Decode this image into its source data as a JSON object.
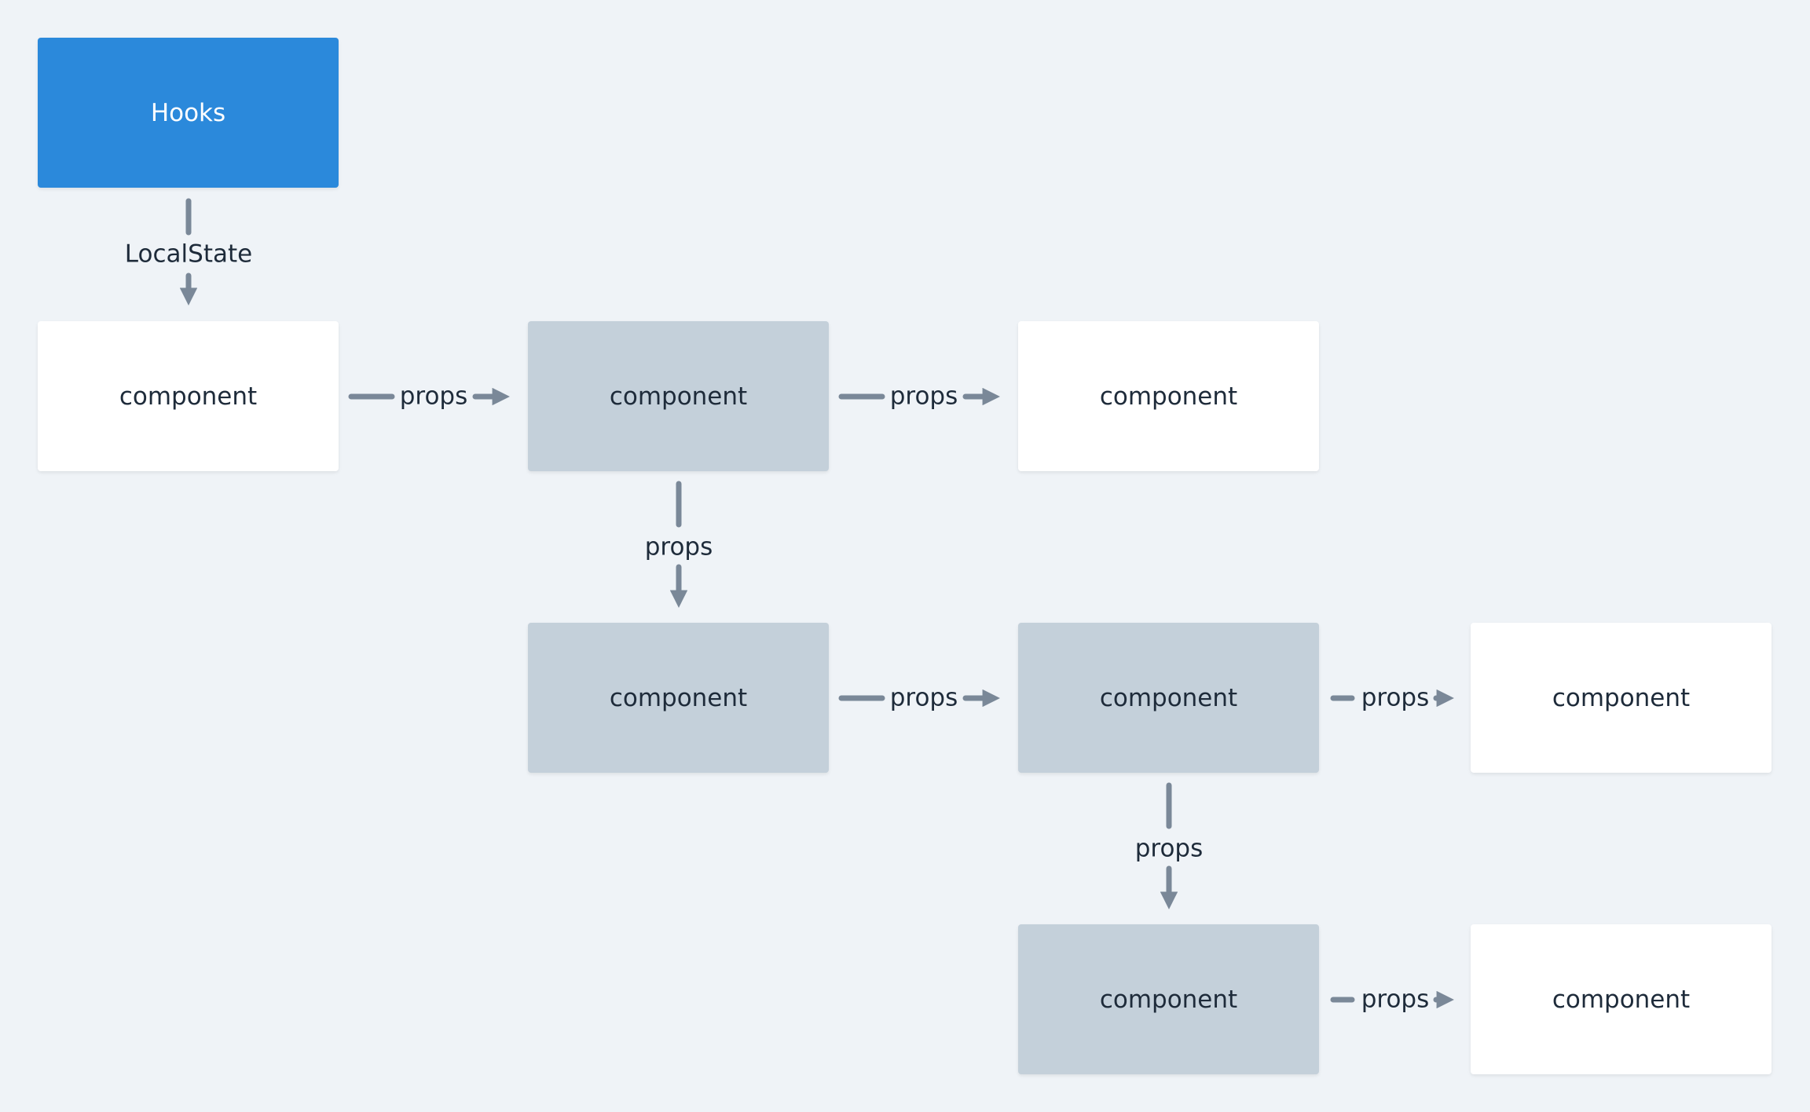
{
  "diagram": {
    "hooks": {
      "label": "Hooks"
    },
    "local_state_label": "LocalState",
    "nodes": [
      {
        "id": "n1",
        "label": "component",
        "style": "white"
      },
      {
        "id": "n2",
        "label": "component",
        "style": "gray"
      },
      {
        "id": "n3",
        "label": "component",
        "style": "white"
      },
      {
        "id": "n4",
        "label": "component",
        "style": "gray"
      },
      {
        "id": "n5",
        "label": "component",
        "style": "gray"
      },
      {
        "id": "n6",
        "label": "component",
        "style": "white"
      },
      {
        "id": "n7",
        "label": "component",
        "style": "gray"
      },
      {
        "id": "n8",
        "label": "component",
        "style": "white"
      }
    ],
    "edges": [
      {
        "from": "hooks",
        "to": "n1",
        "label": "LocalState"
      },
      {
        "from": "n1",
        "to": "n2",
        "label": "props"
      },
      {
        "from": "n2",
        "to": "n3",
        "label": "props"
      },
      {
        "from": "n2",
        "to": "n4",
        "label": "props"
      },
      {
        "from": "n4",
        "to": "n5",
        "label": "props"
      },
      {
        "from": "n5",
        "to": "n6",
        "label": "props"
      },
      {
        "from": "n5",
        "to": "n7",
        "label": "props"
      },
      {
        "from": "n7",
        "to": "n8",
        "label": "props"
      }
    ]
  },
  "colors": {
    "background": "#eff3f7",
    "hooks": "#2b89db",
    "gray_node": "#c4d0da",
    "white_node": "#ffffff",
    "arrow": "#7a8898",
    "text": "#1e2b3a"
  }
}
